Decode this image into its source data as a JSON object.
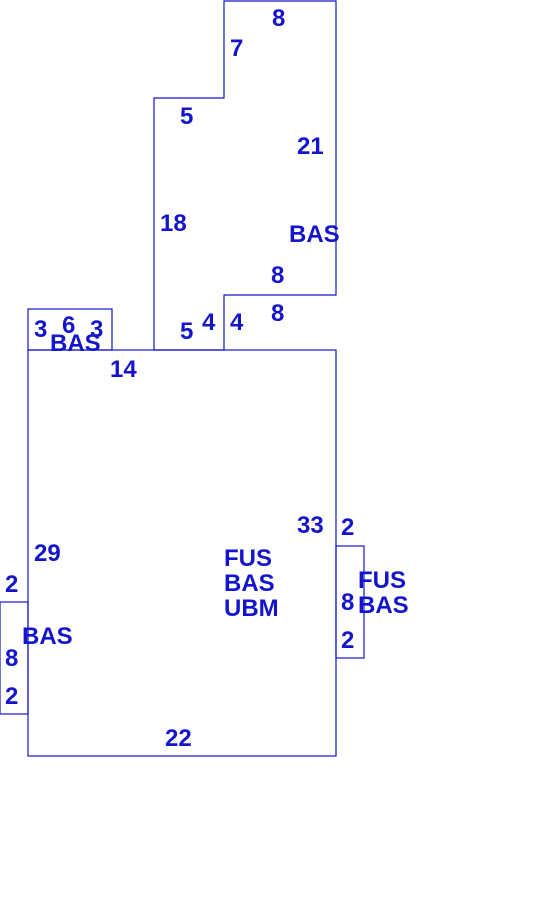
{
  "colors": {
    "line": "#1414cc",
    "text": "#1414cc",
    "background": "#ffffff"
  },
  "top_section": {
    "top": "8",
    "upper_left": "7",
    "step": "5",
    "right": "21",
    "left": "18",
    "area": "BAS",
    "bottom_a": "8",
    "bottom_b": "8",
    "notch_a": "5",
    "notch_b": "4",
    "notch_c": "4"
  },
  "small_left_section": {
    "left": "3",
    "top": "6",
    "right": "3",
    "area": "BAS"
  },
  "main_section": {
    "top": "14",
    "left": "29",
    "right": "33",
    "bottom": "22",
    "areas": [
      "FUS",
      "BAS",
      "UBM"
    ]
  },
  "right_section": {
    "top": "2",
    "side": "8",
    "bottom": "2",
    "areas": [
      "FUS",
      "BAS"
    ]
  },
  "left_section": {
    "top": "2",
    "side": "8",
    "bottom": "2",
    "area": "BAS"
  }
}
